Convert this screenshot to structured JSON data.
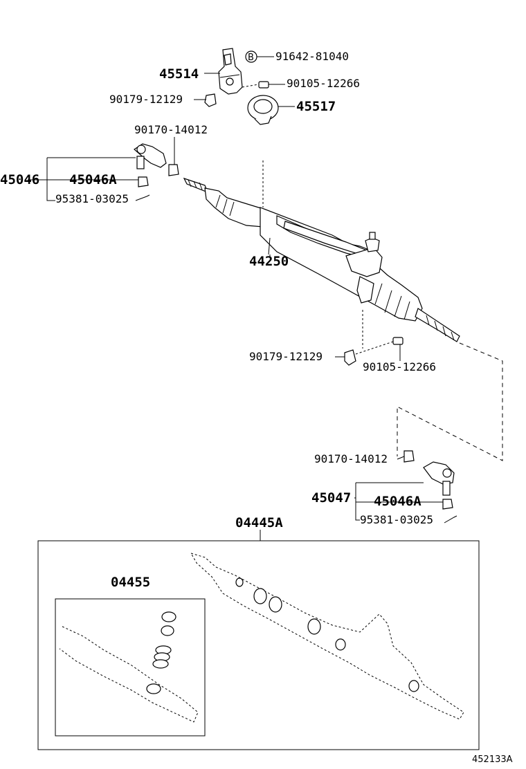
{
  "callouts": {
    "p91642": "91642-81040",
    "circle_b": "B",
    "p45514": "45514",
    "p90105_top": "90105-12266",
    "p90179_top": "90179-12129",
    "p45517": "45517",
    "p90170_top": "90170-14012",
    "p45046": "45046",
    "p45046a_top": "45046A",
    "p95381_top": "95381-03025",
    "p44250": "44250",
    "p90179_mid": "90179-12129",
    "p90105_mid": "90105-12266",
    "p90170_bot": "90170-14012",
    "p45047": "45047",
    "p45046a_bot": "45046A",
    "p95381_bot": "95381-03025",
    "p04445a": "04445A",
    "p04455": "04455"
  },
  "diagram_code": "452133A"
}
